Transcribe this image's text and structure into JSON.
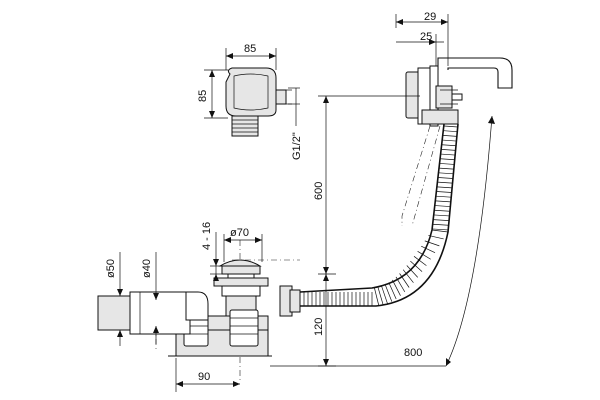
{
  "dimensions": {
    "overflow_width": "29",
    "overflow_inner": "25",
    "head_width": "85",
    "head_height": "85",
    "thread": "G1/2\"",
    "height_600": "600",
    "range": "4 - 16",
    "plug_diameter": "ø70",
    "outlet_50": "ø50",
    "outlet_40": "ø40",
    "height_120": "120",
    "offset_90": "90",
    "hose_length": "800"
  }
}
